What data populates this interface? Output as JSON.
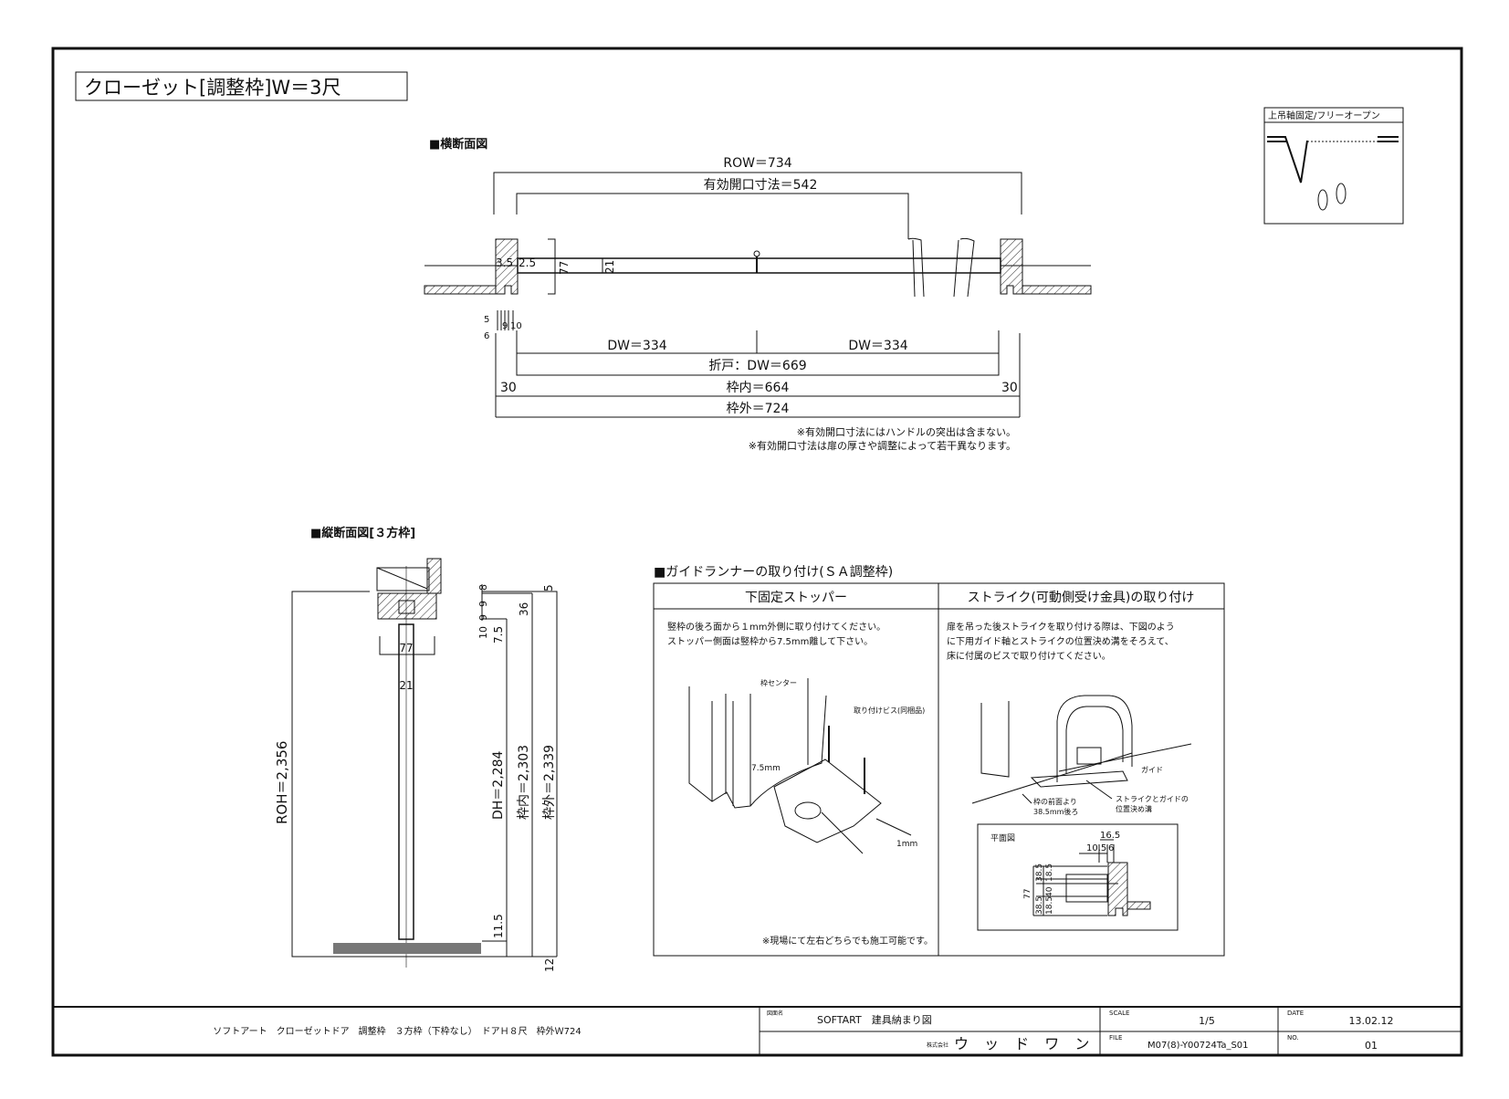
{
  "sheet": {
    "title": "クローゼット[調整枠]W＝3尺",
    "legend": {
      "label": "上吊軸固定/フリーオープン"
    }
  },
  "horizontal_section": {
    "heading": "■横断面図",
    "row": "ROW＝734",
    "effective_opening": "有効開口寸法＝542",
    "dim_35": "3.5",
    "dim_25": "2.5",
    "dim_77": "77",
    "dim_21": "21",
    "small_dims": [
      "5",
      "6",
      "9",
      "10"
    ],
    "dw_left": "DW＝334",
    "dw_right": "DW＝334",
    "folding_door": "折戸：DW＝669",
    "frame_inner": "枠内＝664",
    "frame_outer": "枠外＝724",
    "side_left": "30",
    "side_right": "30",
    "notes": [
      "※有効開口寸法にはハンドルの突出は含まない。",
      "※有効開口寸法は扉の厚さや調整によって若干異なります。"
    ]
  },
  "vertical_section": {
    "heading": "■縦断面図[３方枠]",
    "roh": "ROH＝2,356",
    "dh": "DH＝2,284",
    "frame_inner": "枠内＝2,303",
    "frame_outer": "枠外＝2,339",
    "dim_77": "77",
    "dim_21": "21",
    "top_dims": [
      "8",
      "9",
      "9",
      "10"
    ],
    "dim_5": "5",
    "dim_36": "36",
    "dim_75": "7.5",
    "dim_115": "11.5",
    "dim_12": "12"
  },
  "guide_runner": {
    "heading": "■ガイドランナーの取り付け(ＳＡ調整枠)",
    "left": {
      "header": "下固定ストッパー",
      "text": [
        "竪枠の後ろ面から１mm外側に取り付けてください。",
        "ストッパー側面は竪枠から7.5mm離して下さい。"
      ],
      "labels": {
        "center": "枠センター",
        "screw": "取り付けビス(同梱品)",
        "d75": "7.5mm",
        "d1": "1mm"
      },
      "note": "※現場にて左右どちらでも施工可能です。"
    },
    "right": {
      "header": "ストライク(可動側受け金具)の取り付け",
      "text": [
        "扉を吊った後ストライクを取り付ける際は、下図のよう",
        "に下用ガイド軸とストライクの位置決め溝をそろえて、",
        "床に付属のビスで取り付けてください。"
      ],
      "labels": {
        "guide": "ガイド",
        "front1": "枠の前面より",
        "front2": "38.5mm後ろ",
        "groove1": "ストライクとガイドの",
        "groove2": "位置決め溝"
      },
      "plan": {
        "title": "平面図",
        "d165": "16.5",
        "d105": "10.5",
        "d6": "6",
        "d77": "77",
        "d385a": "38.5",
        "d385b": "38.5",
        "d185a": "18.5",
        "d40": "40",
        "d185b": "18.5"
      }
    }
  },
  "title_block": {
    "description": "ソフトアート　クローゼットドア　調整枠　３方枠（下枠なし）　ドアＨ８尺　枠外Ｗ724",
    "drawing_name_label": "図面名",
    "drawing_name": "SOFTART　建具納まり図",
    "company_prefix": "株式会社",
    "company": "ウ ッ ド ワ ン",
    "scale_label": "SCALE",
    "scale": "1/5",
    "file_label": "FILE",
    "file": "M07(8)-Y00724Ta_S01",
    "date_label": "DATE",
    "date": "13.02.12",
    "no_label": "NO.",
    "no": "01"
  }
}
